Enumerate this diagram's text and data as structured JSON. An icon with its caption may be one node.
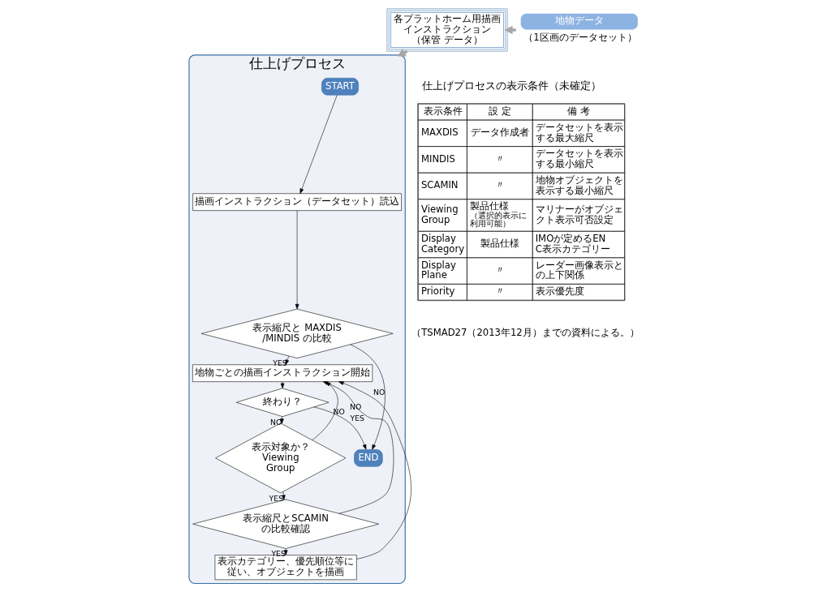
{
  "diagram": {
    "nodes": [
      {
        "text": [
          "仕上げプロセス"
        ]
      },
      {
        "text": [
          "START"
        ],
        "in": 0
      },
      {
        "text": [
          "描画インストラクション（データセット）読込"
        ],
        "in": 0
      },
      {
        "text": [
          "表示縮尺と MAXDIS/MINDIS の比較"
        ],
        "in": 0
      },
      {
        "text": [
          "地物ごとの描画インストラクション開始"
        ],
        "in": 0
      },
      {
        "text": [
          "終わり？"
        ],
        "in": 0
      },
      {
        "text": [
          "表示対象か？ Viewing Group"
        ],
        "in": 0
      },
      {
        "text": [
          "表示縮尺とSCAMIN の比較確認"
        ],
        "in": 0
      },
      {
        "text": [
          "表示カテゴリー、優先順位等に従い、オブジェクトを描画"
        ],
        "in": 0
      },
      {
        "text": [
          "END"
        ],
        "in": 0
      },
      {
        "text": [
          "各プラットホーム用描画インストラクション",
          "（保管 データ）"
        ]
      },
      {
        "text": [
          "地物データ"
        ],
        "beside": [
          "（1区画のデータセット）"
        ]
      }
    ],
    "edges": [
      {
        "from": 11,
        "to": 10,
        "arrow": "to",
        "style": "thick",
        "color": "#a6a6a6"
      },
      {
        "from": 10,
        "to": 0,
        "arrow": "to",
        "style": "thick",
        "color": "#a6a6a6"
      },
      {
        "from": 1,
        "to": 2,
        "arrow": "to"
      },
      {
        "from": 2,
        "to": 3,
        "arrow": "to"
      },
      {
        "from": 3,
        "to": 4,
        "arrow": "to",
        "label": "YES"
      },
      {
        "from": 3,
        "to": 9,
        "arrow": "to",
        "label": "NO"
      },
      {
        "from": 4,
        "to": 5,
        "arrow": "to"
      },
      {
        "from": 5,
        "to": 9,
        "arrow": "to",
        "label": "YES"
      },
      {
        "from": 5,
        "to": 6,
        "arrow": "to",
        "label": "NO"
      },
      {
        "from": 6,
        "to": 4,
        "arrow": "to",
        "label": "NO"
      },
      {
        "from": 6,
        "to": 7,
        "arrow": "to",
        "label": "YES"
      },
      {
        "from": 7,
        "to": 4,
        "arrow": "to",
        "label": "NO"
      },
      {
        "from": 7,
        "to": 8,
        "arrow": "to",
        "label": "YES"
      },
      {
        "from": 8,
        "to": 4,
        "arrow": "to"
      }
    ],
    "labels": [
      "仕上げプロセスの表示条件（未確定）",
      "表示条件",
      "設 定",
      "備 考",
      "MAXDIS",
      "データ作成者",
      "データセットを表示する最大縮尺",
      "MINDIS",
      "〃",
      "データセットを表示する最小縮尺",
      "SCAMIN",
      "〃",
      "地物オブジェクトを表示する最小縮尺",
      "Viewing Group",
      "製品仕様",
      "（選択的表示に利用可能）",
      "マリナーがオブジェクト表示可否設定",
      "Display Category",
      "製品仕様",
      "IMOが定めるENC表示カテゴリー",
      "Display Plane",
      "〃",
      "レーダー画像表示との上下関係",
      "Priority",
      "〃",
      "表示優先度",
      "（TSMAD27（2013年12月）までの資料による。）"
    ]
  }
}
